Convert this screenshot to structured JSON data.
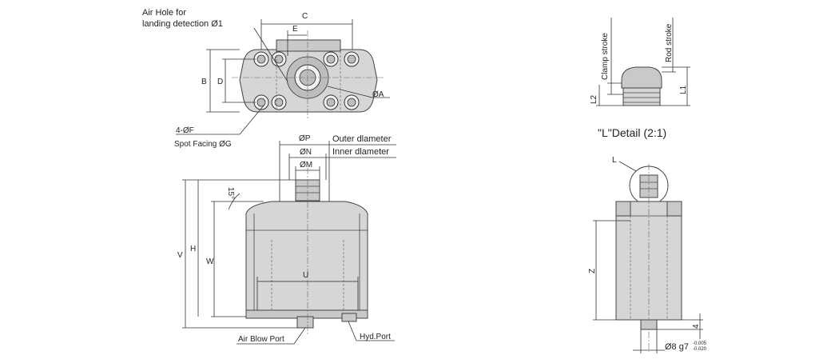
{
  "top_view": {
    "air_hole_line1": "Air Hole for",
    "air_hole_line2": "landing detection Ø1",
    "dim_c": "C",
    "dim_e": "E",
    "dim_b": "B",
    "dim_d": "D",
    "dim_a": "ØA",
    "hole_count": "4-ØF",
    "spot_facing": "Spot Facing ØG"
  },
  "front_view": {
    "dim_p": "ØP",
    "dim_n": "ØN",
    "dim_m": "ØM",
    "outer_diameter": "Outer dlameter",
    "inner_diameter": "Inner dlameter",
    "angle": "15°",
    "dim_v": "V",
    "dim_h": "H",
    "dim_w": "W",
    "dim_u": "U",
    "air_blow_port": "Air Blow Port",
    "hyd_port": "Hyd.Port"
  },
  "detail_view": {
    "clamp_stroke": "Clamp stroke",
    "rod_stroke": "Rod stroke",
    "dim_l2": "L2",
    "dim_l1": "L1",
    "title": "\"L\"Detail (2:1)"
  },
  "side_view": {
    "detail_marker": "L",
    "dim_z": "Z",
    "dim_4": "4",
    "shaft": "Ø8 g7",
    "tol_upper": "-0.005",
    "tol_lower": "-0.020"
  }
}
